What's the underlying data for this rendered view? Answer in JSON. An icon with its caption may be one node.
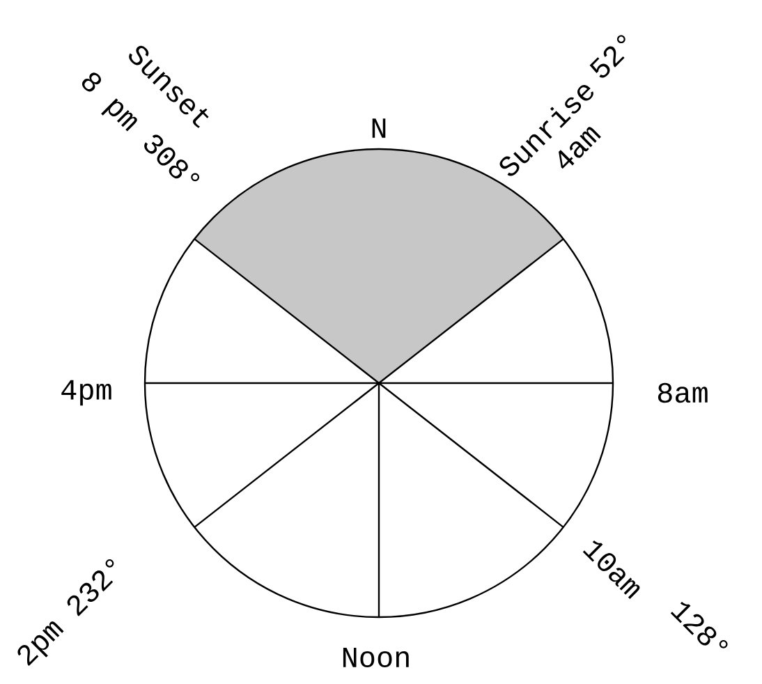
{
  "diagram": {
    "labels": [
      "Sunset",
      "8 pm 308°",
      "N",
      "Sunrise",
      "52°",
      "4am",
      "4pm",
      "8am",
      "2pm 232°",
      "10am",
      "128°",
      "Noon"
    ]
  }
}
